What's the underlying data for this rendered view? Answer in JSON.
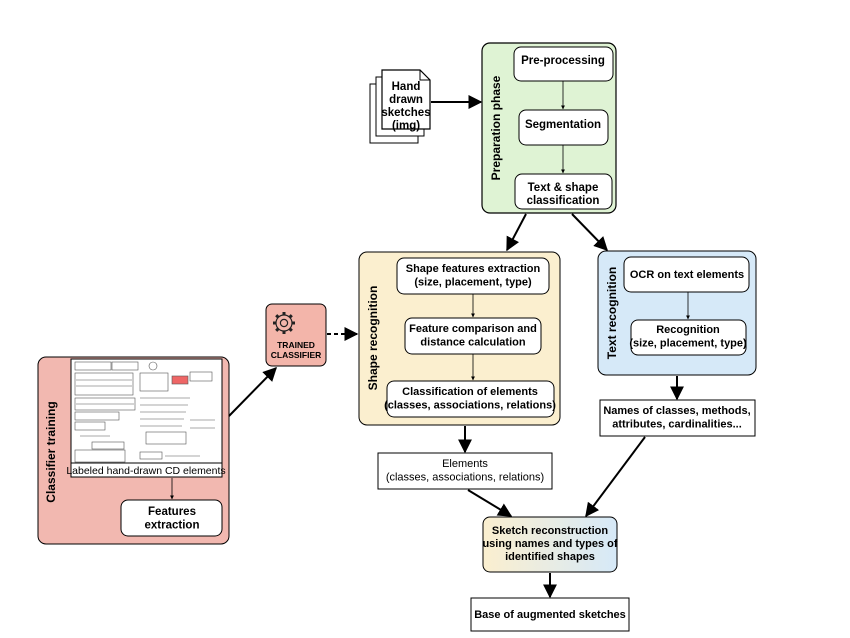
{
  "input": {
    "lines": [
      "Hand",
      "drawn",
      "sketches",
      "(img)"
    ]
  },
  "preparation": {
    "title": "Preparation phase",
    "steps": [
      {
        "lines": [
          "Pre-processing"
        ]
      },
      {
        "lines": [
          "Segmentation"
        ]
      },
      {
        "lines": [
          "Text & shape",
          "classification"
        ]
      }
    ]
  },
  "shape_recognition": {
    "title": "Shape recognition",
    "steps": [
      {
        "lines": [
          "Shape features extraction",
          "(size, placement, type)"
        ]
      },
      {
        "lines": [
          "Feature comparison and",
          "distance calculation"
        ]
      },
      {
        "lines": [
          "Classification of elements",
          "(classes, associations, relations)"
        ]
      }
    ]
  },
  "text_recognition": {
    "title": "Text recognition",
    "steps": [
      {
        "lines": [
          "OCR on text elements"
        ]
      },
      {
        "lines": [
          "Recognition",
          "(size, placement, type)"
        ]
      }
    ]
  },
  "trained_classifier": {
    "lines": [
      "Trained",
      "classifier"
    ],
    "icon": "gear-icon"
  },
  "classifier_training": {
    "title": "Classifier training",
    "caption": "Labeled hand-drawn CD elements",
    "features": {
      "lines": [
        "Features",
        "extraction"
      ]
    }
  },
  "names_output": {
    "lines": [
      "Names of classes, methods,",
      "attributes, cardinalities..."
    ]
  },
  "elements_output": {
    "lines": [
      "Elements",
      "(classes, associations, relations)"
    ]
  },
  "reconstruction": {
    "lines": [
      "Sketch reconstruction",
      "using names and types of",
      "identified shapes"
    ]
  },
  "augmented": {
    "lines": [
      "Base of augmented sketches"
    ]
  },
  "colors": {
    "preparation": "#dff3d4",
    "shape": "#fbefcf",
    "text": "#d6e9f8",
    "training": "#f2b8b0",
    "classifier": "#f3b5aa",
    "reconstruction_left": "#fbefcf",
    "reconstruction_right": "#d6e9f8"
  }
}
